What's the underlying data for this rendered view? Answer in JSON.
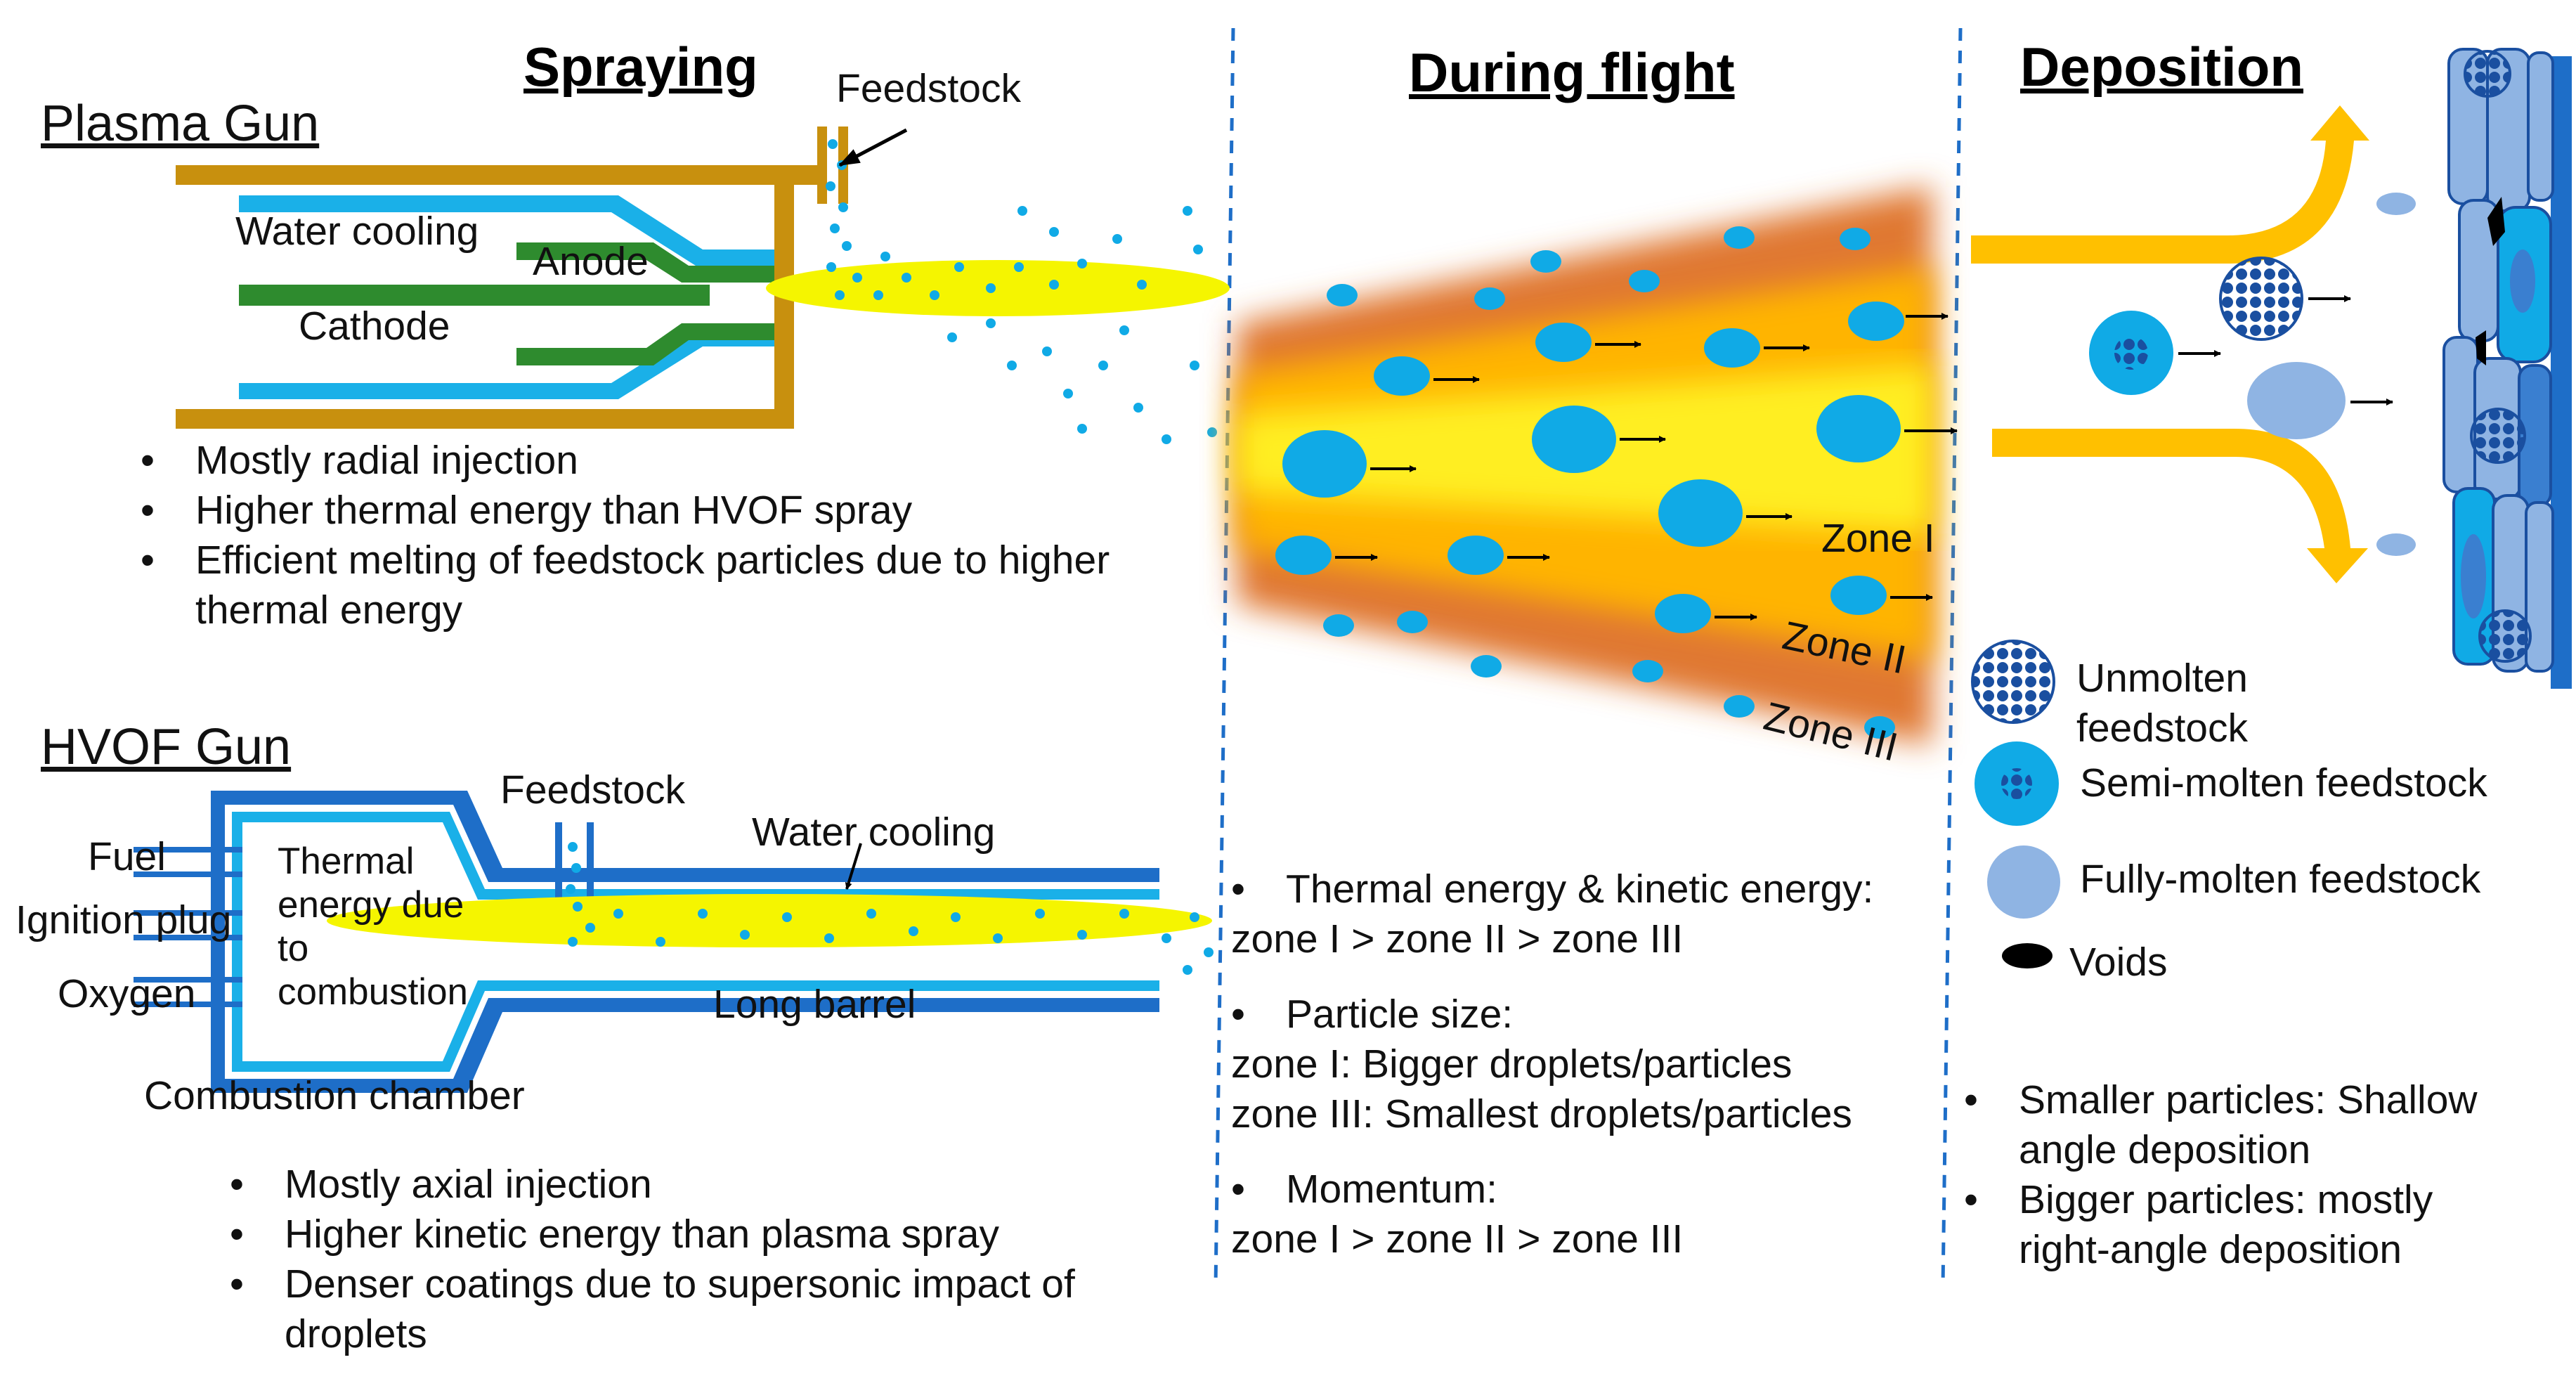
{
  "headers": {
    "spraying": "Spraying",
    "flight": "During flight",
    "deposition": "Deposition"
  },
  "plasma": {
    "title": "Plasma Gun",
    "feedstock": "Feedstock",
    "water_cooling": "Water cooling",
    "anode": "Anode",
    "cathode": "Cathode",
    "bullets": [
      "Mostly radial injection",
      "Higher thermal energy than HVOF spray",
      "Efficient melting of feedstock particles due to higher thermal energy"
    ]
  },
  "hvof": {
    "title": "HVOF Gun",
    "feedstock": "Feedstock",
    "water_cooling": "Water cooling",
    "fuel": "Fuel",
    "ignition": "Ignition plug",
    "oxygen": "Oxygen",
    "thermal_energy": "Thermal energy due to combustion",
    "long_barrel": "Long barrel",
    "combustion_chamber": "Combustion chamber",
    "bullets": [
      "Mostly axial injection",
      "Higher kinetic energy than plasma spray",
      "Denser coatings due to supersonic impact of droplets"
    ]
  },
  "zones": {
    "zone1": "Zone I",
    "zone2": "Zone II",
    "zone3": "Zone III"
  },
  "flight_notes": {
    "thermal_head": "Thermal energy & kinetic energy:",
    "thermal_body": "zone I > zone II > zone III",
    "size_head": "Particle size:",
    "size_line1": "zone I: Bigger droplets/particles",
    "size_line2": "zone III: Smallest droplets/particles",
    "momentum_head": "Momentum:",
    "momentum_body": "zone I > zone II > zone III"
  },
  "legend": {
    "unmolten": "Unmolten feedstock",
    "semi": "Semi-molten feedstock",
    "fully": "Fully-molten feedstock",
    "voids": "Voids"
  },
  "deposition_notes": [
    "Smaller particles: Shallow angle deposition",
    "Bigger particles: mostly right-angle deposition"
  ],
  "colors": {
    "gun_frame": "#c8900e",
    "cooling": "#1ab0e8",
    "electrode": "#2e8b2e",
    "flame": "#f5f500",
    "particle": "#10aae6",
    "hvof_frame": "#1e6ec8",
    "zone_outer": "#e07830",
    "zone_mid": "#ffb400",
    "zone_core": "#ffee22",
    "arrow_orange": "#ffc000",
    "coating_light": "#8fb4e3",
    "coating_blue": "#3a7fd0",
    "divider": "#1e6ec8"
  }
}
